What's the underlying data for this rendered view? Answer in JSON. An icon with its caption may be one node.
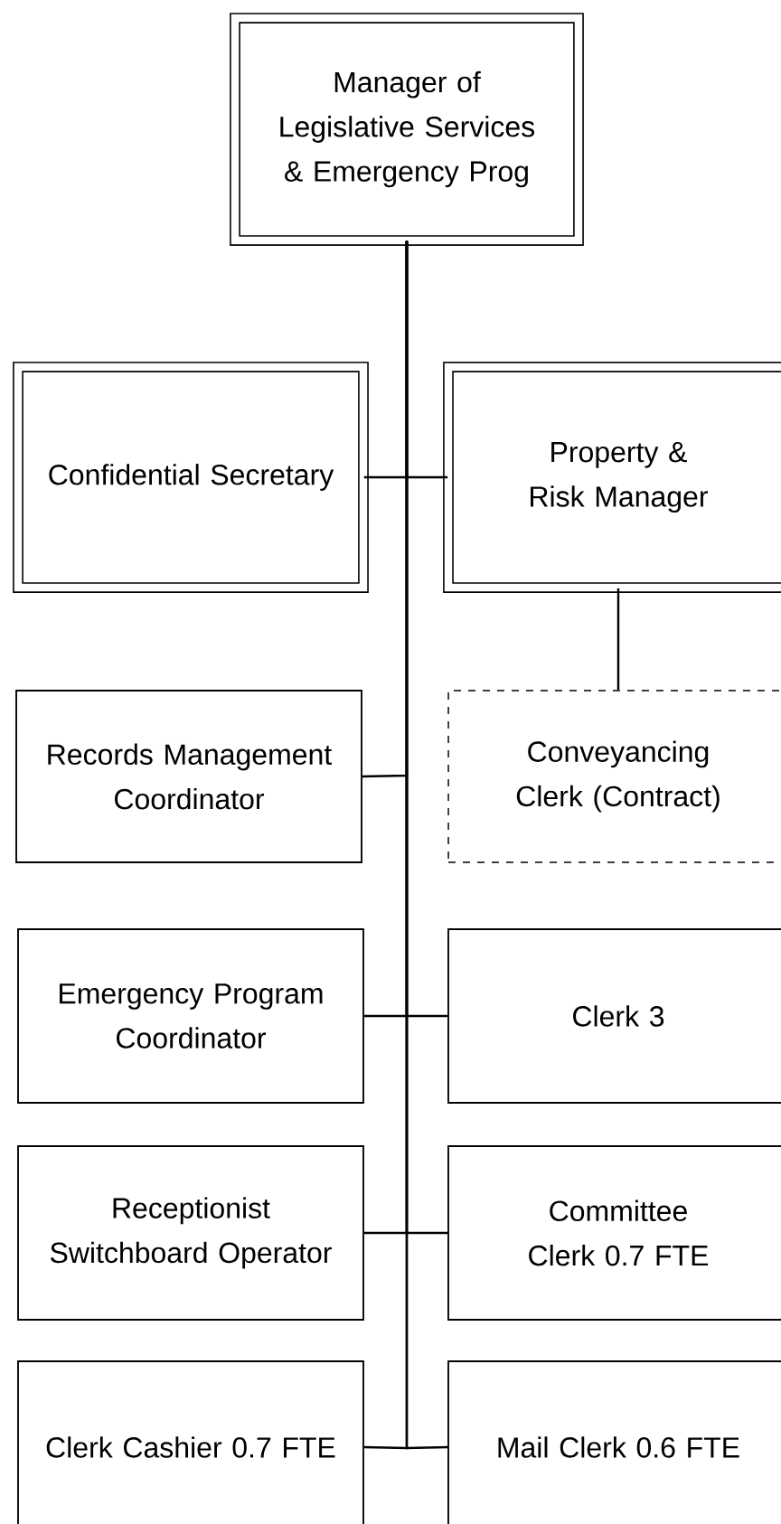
{
  "diagram": {
    "nodes": [
      {
        "text": [
          "Manager of Legislative Services & Emergency Prog"
        ]
      },
      {
        "text": [
          "Confidential Secretary"
        ]
      },
      {
        "text": [
          "Property & Risk Manager"
        ]
      },
      {
        "text": [
          "Records Management Coordinator"
        ]
      },
      {
        "text": [
          "Conveyancing Clerk (Contract)"
        ]
      },
      {
        "text": [
          "Emergency Program Coordinator"
        ]
      },
      {
        "text": [
          "Clerk 3"
        ]
      },
      {
        "text": [
          "Receptionist Switchboard Operator"
        ]
      },
      {
        "text": [
          "Committee Clerk 0.7 FTE"
        ]
      },
      {
        "text": [
          "Clerk Cashier 0.7 FTE"
        ]
      },
      {
        "text": [
          "Mail Clerk 0.6 FTE"
        ]
      }
    ],
    "edges": [
      {
        "from": 0,
        "to": 1,
        "arrow": "none"
      },
      {
        "from": 0,
        "to": 2,
        "arrow": "none"
      },
      {
        "from": 2,
        "to": 4,
        "arrow": "none"
      },
      {
        "from": 0,
        "to": 3,
        "arrow": "none"
      },
      {
        "from": 0,
        "to": 5,
        "arrow": "none"
      },
      {
        "from": 0,
        "to": 6,
        "arrow": "none"
      },
      {
        "from": 0,
        "to": 7,
        "arrow": "none"
      },
      {
        "from": 0,
        "to": 8,
        "arrow": "none"
      },
      {
        "from": 0,
        "to": 9,
        "arrow": "none"
      },
      {
        "from": 0,
        "to": 10,
        "arrow": "none"
      }
    ]
  }
}
